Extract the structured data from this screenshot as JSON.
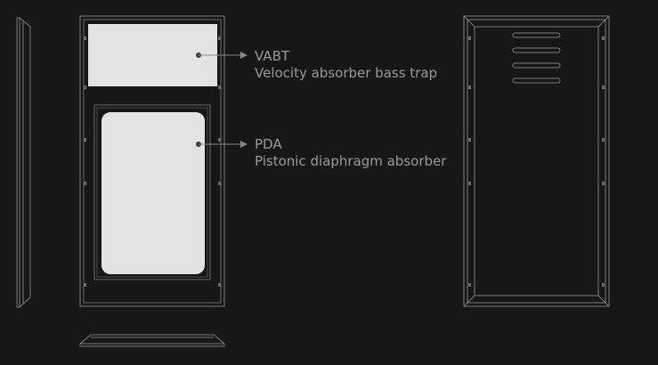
{
  "colors": {
    "background": "#171717",
    "outline": "#8a8a8a",
    "panel_fill": "#e3e3e3",
    "text": "#9a9a9a"
  },
  "callouts": {
    "vabt": {
      "code": "VABT",
      "description": "Velocity absorber bass trap"
    },
    "pda": {
      "code": "PDA",
      "description": "Pistonic diaphragm absorber"
    }
  },
  "views": [
    "side-view",
    "front-view",
    "back-view",
    "bottom-view"
  ]
}
